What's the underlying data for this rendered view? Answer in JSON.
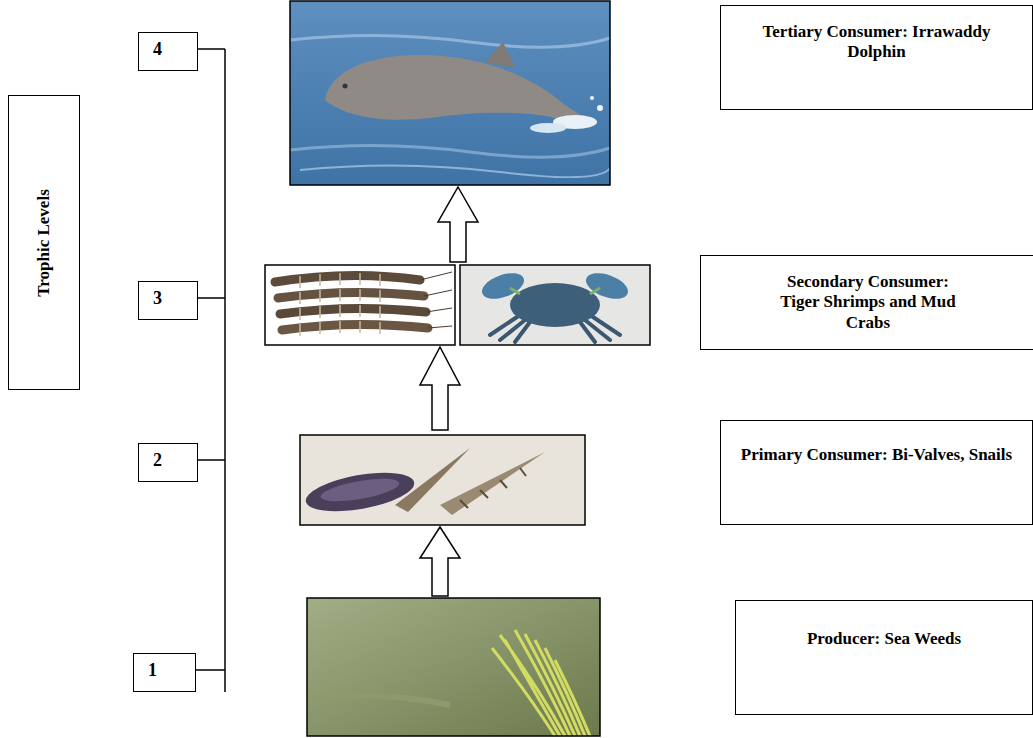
{
  "diagram": {
    "nodes": [
      {
        "text": [
          "Trophic Levels"
        ]
      },
      {
        "text": [
          "4"
        ]
      },
      {
        "text": [
          "Tertiary Consumer: Irrawaddy Dolphin"
        ]
      },
      {
        "text": [
          "3"
        ]
      },
      {
        "text": [
          "Secondary Consumer: Tiger Shrimps and Mud Crabs"
        ]
      },
      {
        "text": [
          "2"
        ]
      },
      {
        "text": [
          "Primary Consumer: Bi-Valves, Snails"
        ]
      },
      {
        "text": [
          "1"
        ]
      },
      {
        "text": [
          "Producer: Sea Weeds"
        ]
      }
    ]
  }
}
